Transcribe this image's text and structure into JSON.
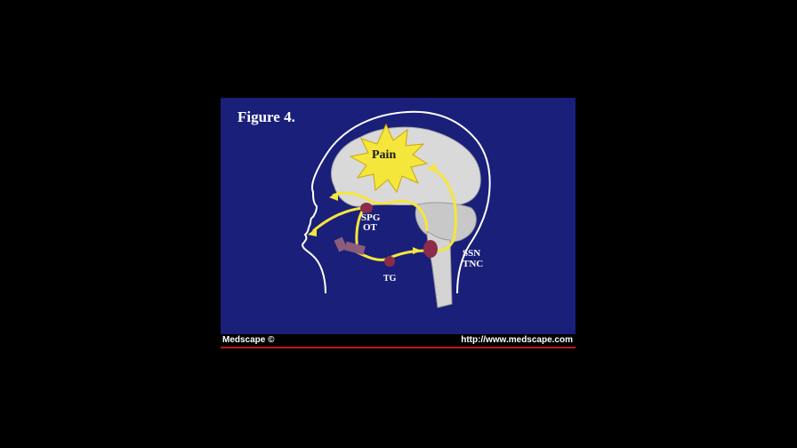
{
  "figure": {
    "title": "Figure 4.",
    "labels": {
      "pain": "Pain",
      "spg": "SPG",
      "ot": "OT",
      "ssn": "SSN",
      "tnc": "TNC",
      "tg": "TG"
    }
  },
  "footer": {
    "brand": "Medscape ©",
    "url": "http://www.medscape.com"
  },
  "colors": {
    "panel_background": "#1a1f7a",
    "pathway": "#f5e63c",
    "brain": "#d9d9d9",
    "node": "#8b2d4a",
    "footer_rule": "#c0161c"
  }
}
